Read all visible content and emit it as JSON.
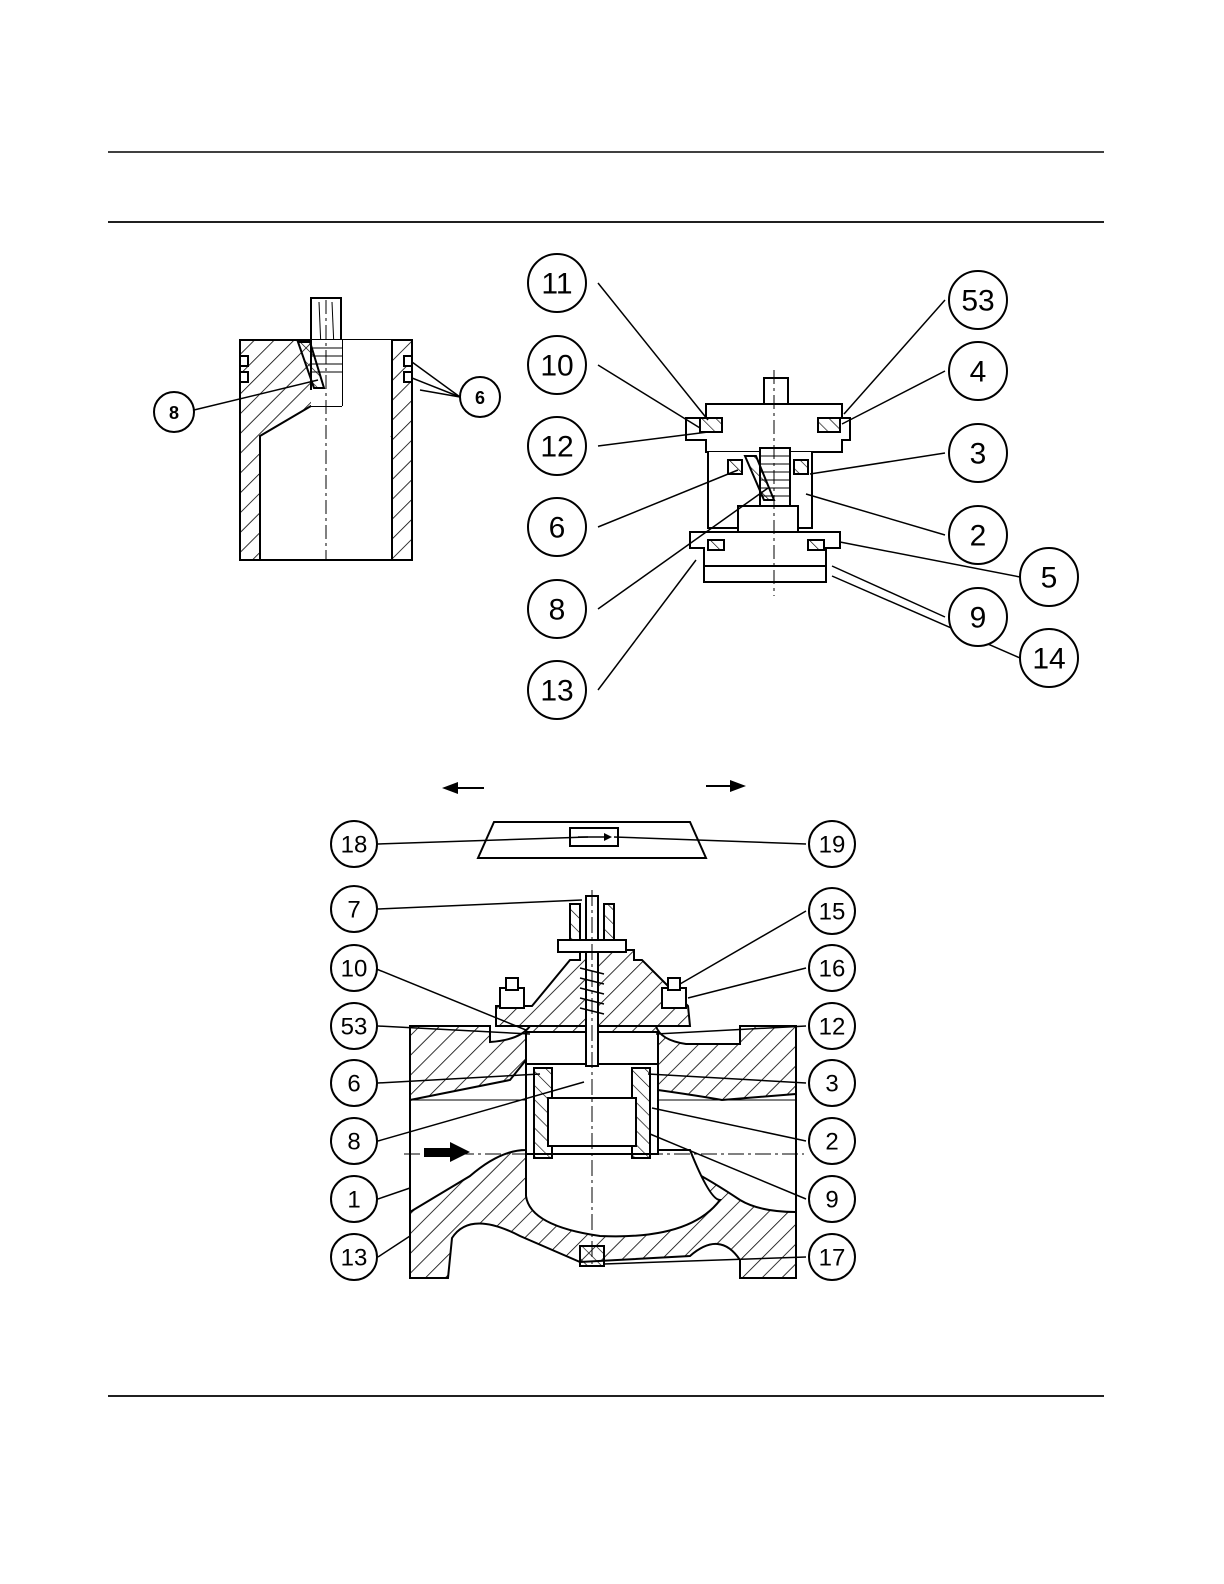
{
  "figure": {
    "detail_view": {
      "callouts": [
        "8",
        "6"
      ]
    },
    "cage_assembly": {
      "callouts": [
        "11",
        "10",
        "12",
        "6",
        "8",
        "13",
        "53",
        "4",
        "3",
        "2",
        "5",
        "9",
        "14"
      ]
    },
    "valve_body": {
      "callouts": [
        "18",
        "19",
        "7",
        "15",
        "10",
        "16",
        "53",
        "12",
        "6",
        "3",
        "8",
        "2",
        "1",
        "9",
        "13",
        "17"
      ]
    }
  },
  "colors": {
    "ink": "#000000",
    "paper": "#ffffff"
  },
  "icons": {
    "flow_arrow": "arrow-right-icon",
    "direction_left": "arrow-left-icon",
    "direction_right": "arrow-right-icon"
  }
}
